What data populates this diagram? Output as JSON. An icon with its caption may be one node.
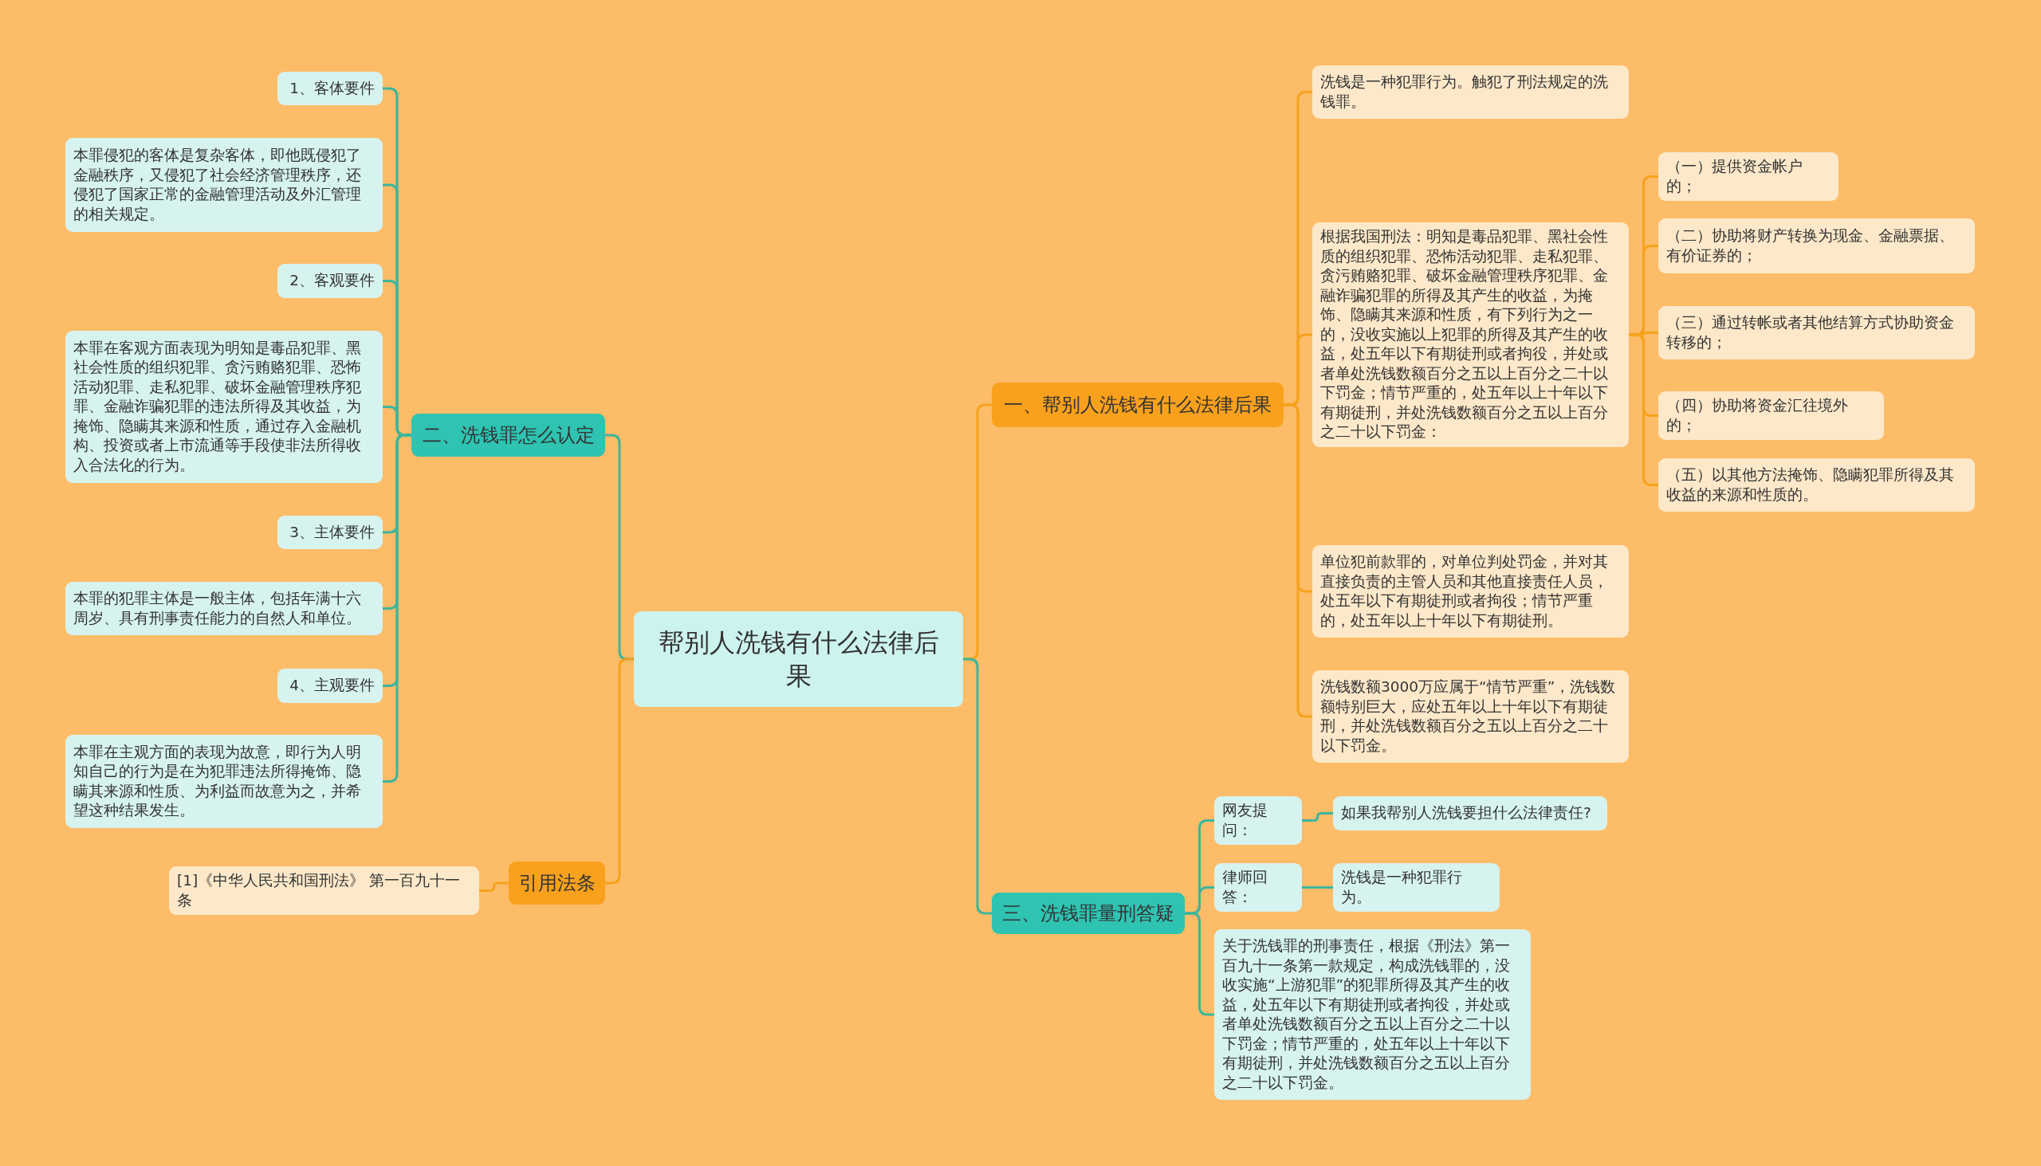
{
  "diagram": {
    "nodes": [
      {
        "text": [
          "帮别人洗钱有什么法律后果"
        ]
      },
      {
        "text": [
          "二、洗钱罪怎么认定"
        ]
      },
      {
        "text": [
          "1、客体要件"
        ]
      },
      {
        "text": [
          "本罪侵犯的客体是复杂客体，即他既侵犯了金融秩序，又侵犯了社会经济管理秩序，还侵犯了国家正常的金融管理活动及外汇管理的相关规定。"
        ]
      },
      {
        "text": [
          "2、客观要件"
        ]
      },
      {
        "text": [
          "本罪在客观方面表现为明知是毒品犯罪、黑社会性质的组织犯罪、贪污贿赂犯罪、恐怖活动犯罪、走私犯罪、破坏金融管理秩序犯罪、金融诈骗犯罪的违法所得及其收益，为掩饰、隐瞒其来源和性质，通过存入金融机构、投资或者上市流通等手段使非法所得收入合法化的行为。"
        ]
      },
      {
        "text": [
          "3、主体要件"
        ]
      },
      {
        "text": [
          "本罪的犯罪主体是一般主体，包括年满十六周岁、具有刑事责任能力的自然人和单位。"
        ]
      },
      {
        "text": [
          "4、主观要件"
        ]
      },
      {
        "text": [
          "本罪在主观方面的表现为故意，即行为人明知自己的行为是在为犯罪违法所得掩饰、隐瞒其来源和性质、为利益而故意为之，并希望这种结果发生。"
        ]
      },
      {
        "text": [
          "引用法条"
        ]
      },
      {
        "text": [
          "[1]《中华人民共和国刑法》 第一百九十一条"
        ]
      },
      {
        "text": [
          "一、帮别人洗钱有什么法律后果"
        ]
      },
      {
        "text": [
          "洗钱是一种犯罪行为。触犯了刑法规定的洗钱罪。"
        ]
      },
      {
        "text": [
          "根据我国刑法：明知是毒品犯罪、黑社会性质的组织犯罪、恐怖活动犯罪、走私犯罪、贪污贿赂犯罪、破坏金融管理秩序犯罪、金融诈骗犯罪的所得及其产生的收益，为掩饰、隐瞒其来源和性质，有下列行为之一的，没收实施以上犯罪的所得及其产生的收益，处五年以下有期徒刑或者拘役，并处或者单处洗钱数额百分之五以上百分之二十以下罚金；情节严重的，处五年以上十年以下有期徒刑，并处洗钱数额百分之五以上百分之二十以下罚金："
        ]
      },
      {
        "text": [
          "（一）提供资金帐户的；"
        ]
      },
      {
        "text": [
          "（二）协助将财产转换为现金、金融票据、有价证券的；"
        ]
      },
      {
        "text": [
          "（三）通过转帐或者其他结算方式协助资金转移的；"
        ]
      },
      {
        "text": [
          "（四）协助将资金汇往境外的；"
        ]
      },
      {
        "text": [
          "（五）以其他方法掩饰、隐瞒犯罪所得及其收益的来源和性质的。"
        ]
      },
      {
        "text": [
          "单位犯前款罪的，对单位判处罚金，并对其直接负责的主管人员和其他直接责任人员，处五年以下有期徒刑或者拘役；情节严重的，处五年以上十年以下有期徒刑。"
        ]
      },
      {
        "text": [
          "洗钱数额3000万应属于“情节严重”，洗钱数额特别巨大，应处五年以上十年以下有期徒刑，并处洗钱数额百分之五以上百分之二十以下罚金。"
        ]
      },
      {
        "text": [
          "三、洗钱罪量刑答疑"
        ]
      },
      {
        "text": [
          "网友提问："
        ]
      },
      {
        "text": [
          "如果我帮别人洗钱要担什么法律责任?"
        ]
      },
      {
        "text": [
          "律师回答："
        ]
      },
      {
        "text": [
          "洗钱是一种犯罪行为。"
        ]
      },
      {
        "text": [
          "关于洗钱罪的刑事责任，根据《刑法》第一百九十一条第一款规定，构成洗钱罪的，没收实施“上游犯罪”的犯罪所得及其产生的收益，处五年以下有期徒刑或者拘役，并处或者单处洗钱数额百分之五以上百分之二十以下罚金；情节严重的，处五年以上十年以下有期徒刑，并处洗钱数额百分之五以上百分之二十以下罚金。"
        ]
      }
    ],
    "edges": [
      {
        "from": 0,
        "to": 1,
        "arrow": "none"
      },
      {
        "from": 1,
        "to": 2,
        "arrow": "none"
      },
      {
        "from": 1,
        "to": 3,
        "arrow": "none"
      },
      {
        "from": 1,
        "to": 4,
        "arrow": "none"
      },
      {
        "from": 1,
        "to": 5,
        "arrow": "none"
      },
      {
        "from": 1,
        "to": 6,
        "arrow": "none"
      },
      {
        "from": 1,
        "to": 7,
        "arrow": "none"
      },
      {
        "from": 1,
        "to": 8,
        "arrow": "none"
      },
      {
        "from": 1,
        "to": 9,
        "arrow": "none"
      },
      {
        "from": 0,
        "to": 10,
        "arrow": "none",
        "color": "#f5a21d"
      },
      {
        "from": 10,
        "to": 11,
        "arrow": "none",
        "color": "#f5a21d"
      },
      {
        "from": 0,
        "to": 12,
        "arrow": "none",
        "color": "#f5a21d"
      },
      {
        "from": 12,
        "to": 13,
        "arrow": "none",
        "color": "#f5a21d"
      },
      {
        "from": 12,
        "to": 14,
        "arrow": "none",
        "color": "#f5a21d"
      },
      {
        "from": 14,
        "to": 15,
        "arrow": "none",
        "color": "#f5a21d"
      },
      {
        "from": 14,
        "to": 16,
        "arrow": "none",
        "color": "#f5a21d"
      },
      {
        "from": 14,
        "to": 17,
        "arrow": "none",
        "color": "#f5a21d"
      },
      {
        "from": 14,
        "to": 18,
        "arrow": "none",
        "color": "#f5a21d"
      },
      {
        "from": 14,
        "to": 19,
        "arrow": "none",
        "color": "#f5a21d"
      },
      {
        "from": 12,
        "to": 20,
        "arrow": "none",
        "color": "#f5a21d"
      },
      {
        "from": 12,
        "to": 21,
        "arrow": "none",
        "color": "#f5a21d"
      },
      {
        "from": 0,
        "to": 22,
        "arrow": "none"
      },
      {
        "from": 22,
        "to": 23,
        "arrow": "none"
      },
      {
        "from": 23,
        "to": 24,
        "arrow": "none"
      },
      {
        "from": 22,
        "to": 25,
        "arrow": "none"
      },
      {
        "from": 25,
        "to": 26,
        "arrow": "none"
      },
      {
        "from": 22,
        "to": 27,
        "arrow": "none"
      }
    ]
  }
}
